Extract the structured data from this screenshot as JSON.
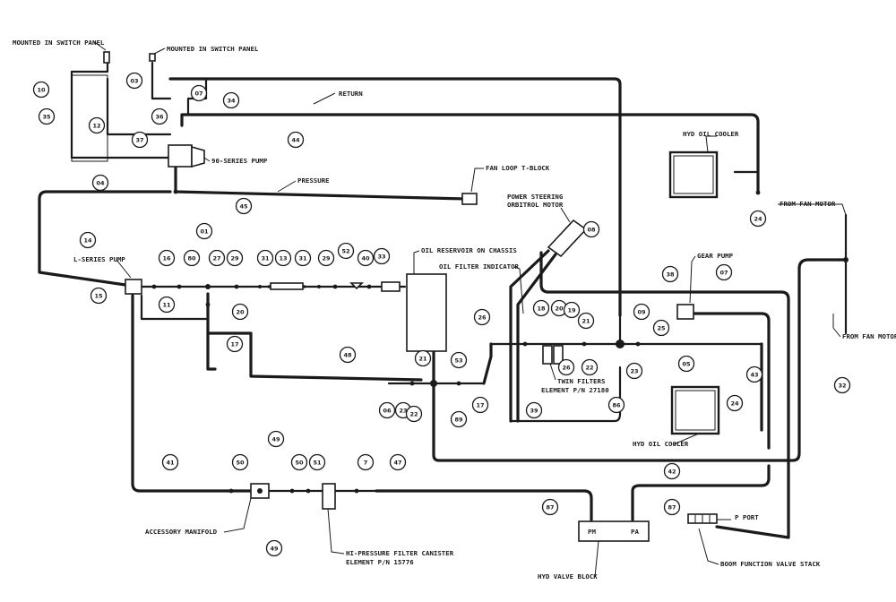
{
  "labels": {
    "mounted_switch_panel_1": "MOUNTED IN SWITCH PANEL",
    "mounted_switch_panel_2": "MOUNTED IN SWITCH PANEL",
    "return": "RETURN",
    "pressure": "PRESSURE",
    "series90_pump": "90-SERIES PUMP",
    "fan_loop_tblock": "FAN LOOP T-BLOCK",
    "hyd_oil_cooler_top": "HYD OIL COOLER",
    "hyd_oil_cooler_bottom": "HYD OIL COOLER",
    "power_steering_1": "POWER STEERING",
    "power_steering_2": "ORBITROL MOTOR",
    "from_fan_motor_1": "FROM FAN MOTOR",
    "from_fan_motor_2": "FROM FAN MOTOR",
    "l_series_pump": "L-SERIES PUMP",
    "oil_reservoir": "OIL RESERVOIR ON CHASSIS",
    "oil_filter_indicator": "OIL FILTER INDICATOR",
    "gear_pump": "GEAR PUMP",
    "twin_filters": "TWIN FILTERS",
    "twin_filters_element": "ELEMENT P/N 27180",
    "accessory_manifold": "ACCESSORY MANIFOLD",
    "hi_pressure_filter_1": "HI-PRESSURE FILTER CANISTER",
    "hi_pressure_filter_2": "ELEMENT P/N 15776",
    "hyd_valve_block": "HYD VALVE BLOCK",
    "pm": "PM",
    "pa": "PA",
    "p_port": "P PORT",
    "boom_valve_stack": "BOOM FUNCTION VALVE STACK"
  },
  "callouts": [
    "10",
    "35",
    "04",
    "12",
    "37",
    "03",
    "36",
    "07",
    "34",
    "44",
    "01",
    "45",
    "14",
    "24",
    "08",
    "15",
    "11",
    "16",
    "80",
    "27",
    "29",
    "31",
    "13",
    "31",
    "29",
    "52",
    "40",
    "33",
    "20",
    "17",
    "48",
    "21",
    "53",
    "06",
    "23",
    "22",
    "17",
    "89",
    "26",
    "18",
    "20",
    "19",
    "21",
    "09",
    "25",
    "05",
    "26",
    "22",
    "23",
    "86",
    "39",
    "38",
    "07",
    "43",
    "24",
    "32",
    "41",
    "50",
    "49",
    "50",
    "51",
    "7",
    "47",
    "49",
    "87",
    "87",
    "42"
  ]
}
